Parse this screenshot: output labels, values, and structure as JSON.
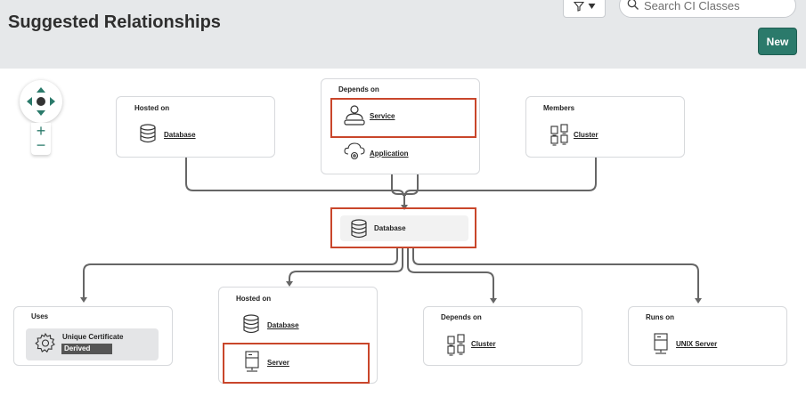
{
  "header": {
    "title": "Suggested Relationships",
    "search_placeholder": "Search CI Classes",
    "new_label": "New",
    "filter_icon": "filter-icon",
    "background": "#e6e8ea"
  },
  "colors": {
    "accent": "#2b7a6b",
    "highlight": "#c9462b"
  },
  "upstream": [
    {
      "label": "Hosted on",
      "items": [
        "Database"
      ]
    },
    {
      "label": "Depends on",
      "items": [
        "Service",
        "Application"
      ]
    },
    {
      "label": "Members",
      "items": [
        "Cluster"
      ]
    }
  ],
  "center": {
    "name": "Database"
  },
  "downstream": [
    {
      "label": "Uses",
      "item": "Unique Certificate",
      "badge": "Derived"
    },
    {
      "label": "Hosted on",
      "items": [
        "Database",
        "Server"
      ]
    },
    {
      "label": "Depends on",
      "items": [
        "Cluster"
      ]
    },
    {
      "label": "Runs on",
      "items": [
        "UNIX Server"
      ]
    }
  ],
  "zoom_controls": {
    "plus": "+",
    "minus": "−"
  }
}
